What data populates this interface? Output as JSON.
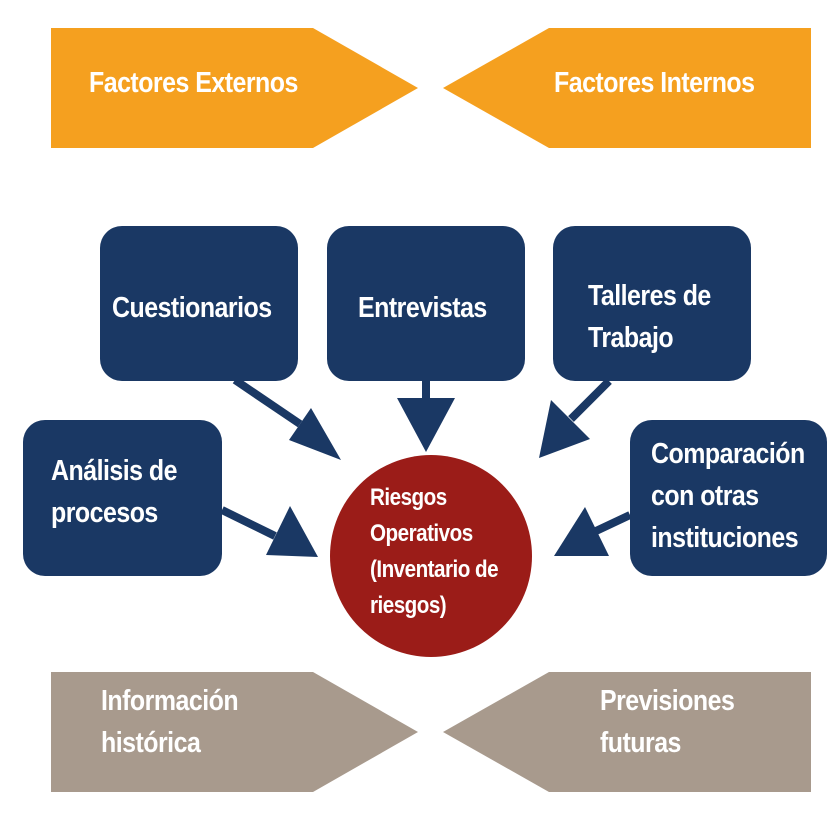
{
  "colors": {
    "orange": "#f5a01f",
    "navy": "#1a3864",
    "red": "#9b1c18",
    "taupe": "#a89a8d",
    "text": "#ffffff"
  },
  "top_left_arrow": {
    "label": "Factores Externos"
  },
  "top_right_arrow": {
    "label": "Factores Internos"
  },
  "boxes": {
    "cuestionarios": {
      "label": "Cuestionarios"
    },
    "entrevistas": {
      "label": "Entrevistas"
    },
    "talleres": {
      "line1": "Talleres de",
      "line2": "Trabajo"
    },
    "analisis": {
      "line1": "Análisis de",
      "line2": "procesos"
    },
    "comparacion": {
      "line1": "Comparación",
      "line2": "con otras",
      "line3": "instituciones"
    }
  },
  "center": {
    "line1": "Riesgos",
    "line2": "Operativos",
    "line3": "(Inventario de",
    "line4": "riesgos)"
  },
  "bottom_left_arrow": {
    "line1": "Información",
    "line2": "histórica"
  },
  "bottom_right_arrow": {
    "line1": "Previsiones",
    "line2": "futuras"
  }
}
